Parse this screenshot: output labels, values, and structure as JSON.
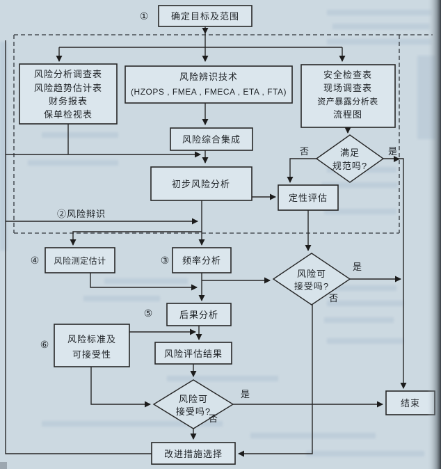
{
  "palette": {
    "page_bg": "#ccd9e1",
    "box_fill": "#dbe6ed",
    "line": "#262626"
  },
  "steps": {
    "n1": "①",
    "n2_label": "②风险辩识",
    "n3": "③",
    "n4": "④",
    "n5": "⑤",
    "n6": "⑥"
  },
  "nodes": {
    "goal": {
      "label": "确定目标及范围"
    },
    "left_tables": {
      "lines": [
        "风险分析调查表",
        "风险趋势估计表",
        "财务报表",
        "保单检视表"
      ]
    },
    "ident_tech": {
      "lines": [
        "风险辨识技术",
        "(HZOPS , FMEA , FMECA , ETA , FTA)"
      ]
    },
    "right_tables": {
      "lines": [
        "安全检查表",
        "现场调查表",
        "资产暴露分析表",
        "流程图"
      ]
    },
    "integrate": {
      "label": "风险综合集成"
    },
    "prelim": {
      "label": "初步风险分析"
    },
    "qualitative": {
      "label": "定性评估"
    },
    "freq": {
      "label": "频率分析"
    },
    "measure": {
      "label": "风险测定估计"
    },
    "consequence": {
      "label": "后果分析"
    },
    "criteria": {
      "lines": [
        "风险标准及",
        "可接受性"
      ]
    },
    "result": {
      "label": "风险评估结果"
    },
    "end": {
      "label": "结束"
    },
    "improve": {
      "label": "改进措施选择"
    }
  },
  "decisions": {
    "spec": {
      "lines": [
        "满足",
        "规范吗?"
      ],
      "yes": "是",
      "no": "否"
    },
    "accept": {
      "lines": [
        "风险可",
        "接受吗?"
      ],
      "yes": "是",
      "no": "否"
    }
  }
}
